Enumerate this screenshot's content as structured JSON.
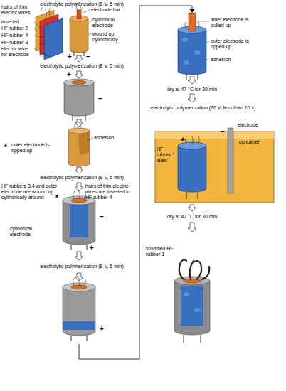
{
  "diagram": {
    "labels": [
      "electrolytic polymerization (8 V, 5 min)",
      "hairs of thin electric wires",
      "inserted",
      "HF rubber 2",
      "HF rubber 4",
      "HF rubber 3",
      "electric wire for electrode",
      "electrode bar",
      "cylindrical electrode",
      "wound up cylindrically",
      "+",
      "−",
      "electrolytic polymerization (8 V, 5 min)",
      "+",
      "−",
      "adhesion",
      "*",
      "outer electrode is ripped up",
      "electrolytic polymerization (8 V, 5 min)",
      "HF rubbers 3,4 and outer electrode are wound up cylindrically around",
      "*",
      "hairs of thin electric wires are inserted in HF rubber 4",
      "cylindrical electrode",
      "−",
      "+",
      "electrolytic polymerization (8 V, 5 min)",
      "+",
      "inner electrode is pulled up",
      "outer electrode is ripped up",
      "adhesion",
      "dry at 47 °C for 30 min",
      "electrolytic polymerization (20 V, less than 10 s)",
      "electrode",
      "container",
      "HF rubber 1 latex",
      "+",
      "−",
      "dry at 47 °C for 30 min",
      "solidified HF rubber 1"
    ]
  }
}
